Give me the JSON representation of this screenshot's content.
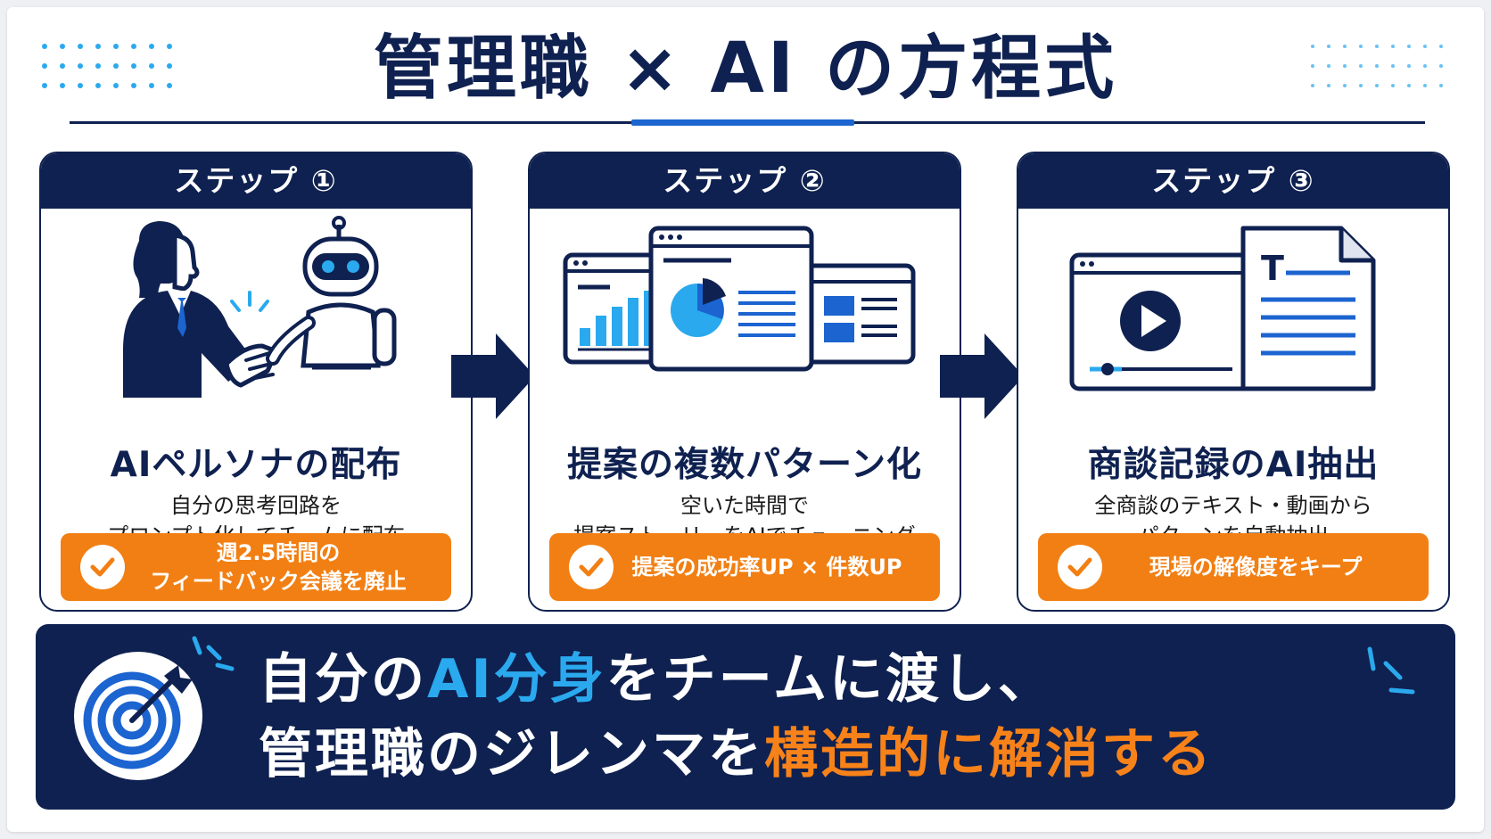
{
  "title": "管理職 × AI の方程式",
  "steps": [
    {
      "label": "ステップ ①",
      "title": "AIペルソナの配布",
      "desc": [
        "自分の思考回路を",
        "プロンプト化してチームに配布"
      ],
      "result": [
        "週2.5時間の",
        "フィードバック会議を廃止"
      ]
    },
    {
      "label": "ステップ ②",
      "title": "提案の複数パターン化",
      "desc": [
        "空いた時間で",
        "提案ストーリーをAIでチューニング"
      ],
      "result": [
        "提案の成功率UP × 件数UP"
      ]
    },
    {
      "label": "ステップ ③",
      "title": "商談記録のAI抽出",
      "desc": [
        "全商談のテキスト・動画から",
        "パターンを自動抽出"
      ],
      "result": [
        "現場の解像度をキープ"
      ]
    }
  ],
  "banner": {
    "line1": {
      "pre": "自分の",
      "highlight": "AI分身",
      "post": "をチームに渡し、"
    },
    "line2": {
      "pre": "管理職のジレンマを",
      "highlight": "構造的に解消する"
    }
  },
  "colors": {
    "navy": "#0f2150",
    "accent_blue": "#1c64d0",
    "light_blue": "#2aa9ee",
    "orange": "#f27f13"
  },
  "icons": [
    "handshake-illustration",
    "dashboard-windows-illustration",
    "video-and-document-illustration",
    "check-icon",
    "right-arrow-icon",
    "target-icon"
  ]
}
